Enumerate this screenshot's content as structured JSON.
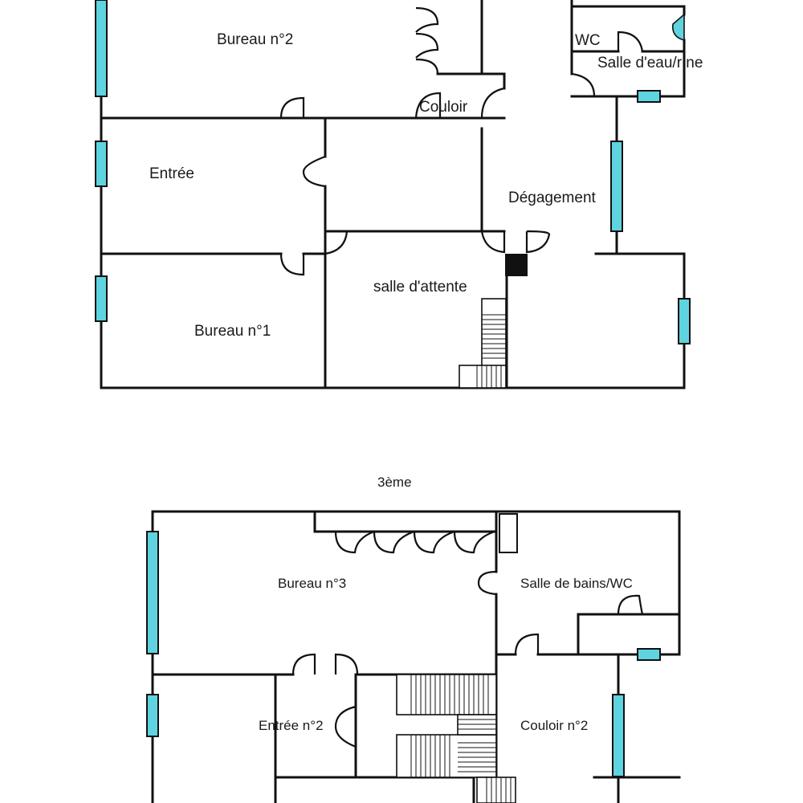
{
  "floor_1": {
    "rooms": {
      "bureau2": "Bureau n°2",
      "wc": "WC",
      "salle_eau": "Salle d'eau/r ne",
      "couloir": "Couloir",
      "entree": "Entrée",
      "degagement": "Dégagement",
      "salle_attente": "salle d'attente",
      "bureau1": "Bureau n°1"
    }
  },
  "floor_3": {
    "title": "3ème",
    "rooms": {
      "bureau3": "Bureau n°3",
      "salle_bains": "Salle de bains/WC",
      "entree2": "Entrée n°2",
      "couloir2": "Couloir n°2"
    }
  },
  "colors": {
    "window": "#5fd3df",
    "wall": "#111111",
    "background": "#ffffff"
  }
}
